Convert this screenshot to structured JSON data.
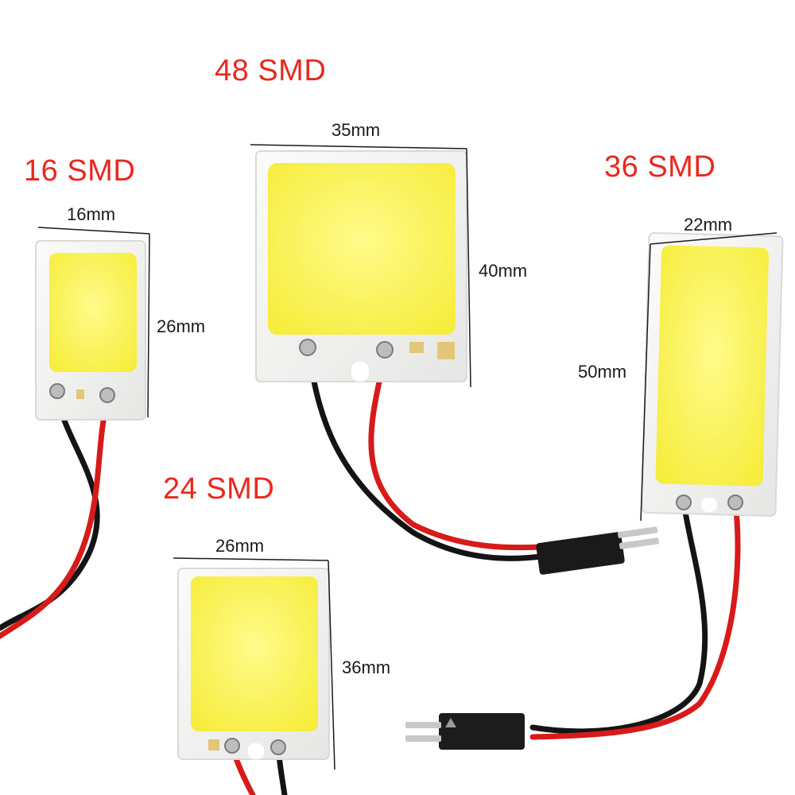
{
  "panels": [
    {
      "id": "16",
      "title": "16 SMD",
      "width_label": "16mm",
      "height_label": "26mm"
    },
    {
      "id": "48",
      "title": "48 SMD",
      "width_label": "35mm",
      "height_label": "40mm"
    },
    {
      "id": "36",
      "title": "36 SMD",
      "width_label": "22mm",
      "height_label": "50mm"
    },
    {
      "id": "24",
      "title": "24 SMD",
      "width_label": "26mm",
      "height_label": "36mm"
    }
  ],
  "colors": {
    "title_red": "#e8281e",
    "led_yellow": "#fbf25a",
    "board_white": "#f4f4f2",
    "wire_red": "#d81a1a",
    "wire_black": "#141414"
  }
}
